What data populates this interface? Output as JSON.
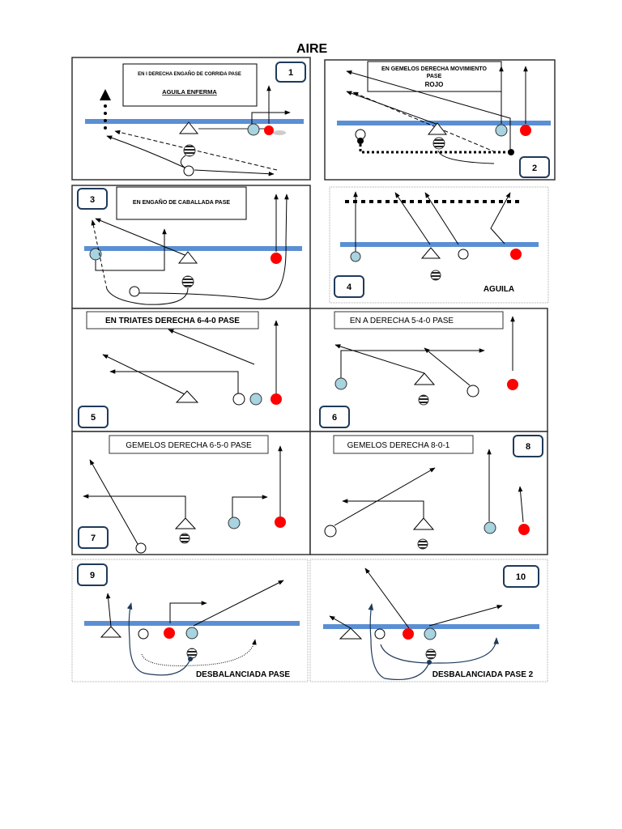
{
  "page": {
    "title": "AIRE"
  },
  "colors": {
    "los_line": "#5b8fd4",
    "receiver_blue": "#a8d3e0",
    "receiver_red": "#ff0000",
    "badge_border": "#1f3a5a",
    "route_blue": "#1f3a5a"
  },
  "plays": [
    {
      "number": "1",
      "title_line1": "EN I DERECHA ENGAÑO DE CORRIDA PASE",
      "title_line2": "AGUILA ENFERMA"
    },
    {
      "number": "2",
      "title_line1": "EN GEMELOS DERECHA MOVIMIENTO",
      "title_line2": "PASE",
      "title_line3": "ROJO"
    },
    {
      "number": "3",
      "title_line1": "EN ENGAÑO DE CABALLADA PASE"
    },
    {
      "number": "4",
      "title_line1": "AGUILA"
    },
    {
      "number": "5",
      "title_line1": "EN TRIATES DERECHA 6-4-0 PASE"
    },
    {
      "number": "6",
      "title_line1": "EN A DERECHA 5-4-0 PASE"
    },
    {
      "number": "7",
      "title_line1": "GEMELOS DERECHA 6-5-0 PASE"
    },
    {
      "number": "8",
      "title_line1": "GEMELOS DERECHA 8-0-1"
    },
    {
      "number": "9",
      "title_line1": "DESBALANCIADA PASE"
    },
    {
      "number": "10",
      "title_line1": "DESBALANCIADA PASE 2"
    }
  ]
}
